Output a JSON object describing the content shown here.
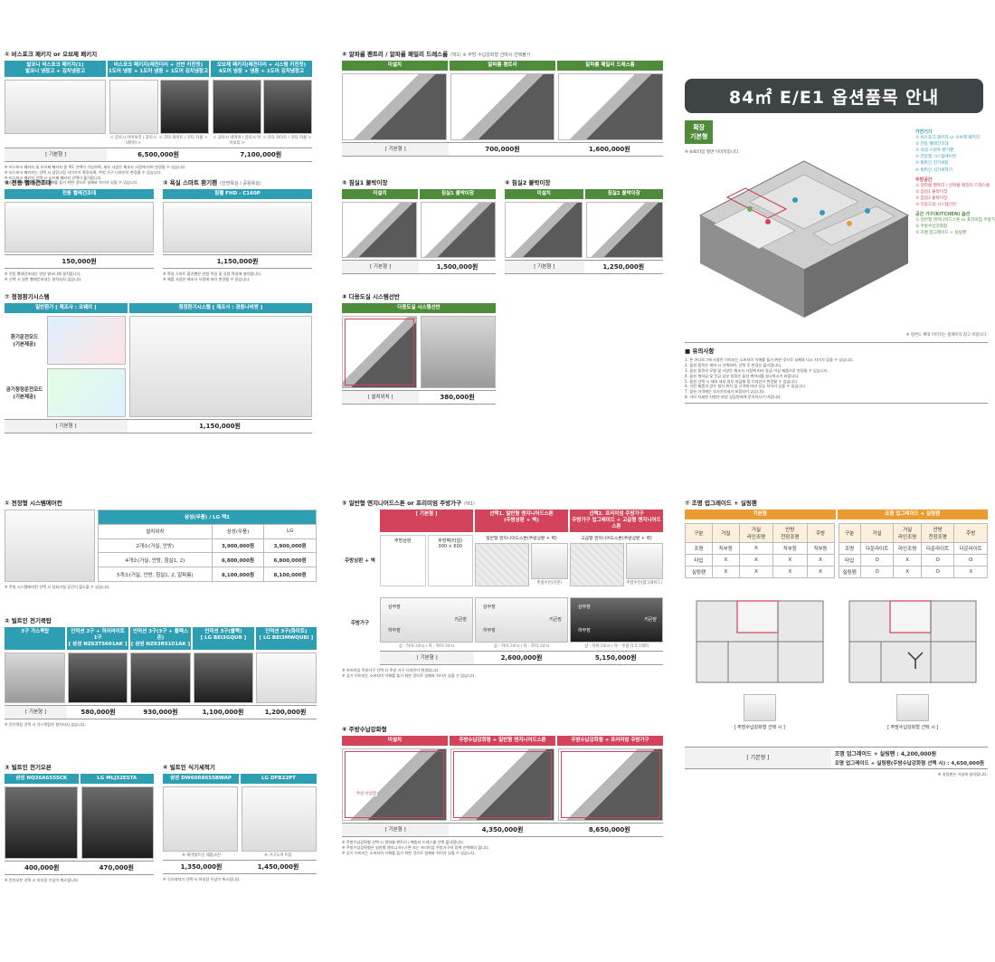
{
  "banner": {
    "title": "84㎡ E/E1 옵션품목 안내"
  },
  "s1": {
    "title": "① 비스포크 패키지 or 오브제 패키지",
    "cols": [
      "발코니 비스포크 패키지(1)\n발코니 냉장고 + 김치냉장고",
      "비스포크 패키지(레전더리 + 선반 키친핏)\n1도어 냉장 + 1도어 냉동 + 1도어 김치냉장고",
      "오브제 패키지(레전더리 + 시스템 키친핏)\n4도어 냉장 + 냉동 + 1도어 김치냉장고"
    ],
    "captions": [
      "< 글로시 아이보리 / 글로시 네이비 >",
      "< 코타 화이트 / 코타 차콜 >",
      "< 글로시 네이비 / 글로시 아이보리 >",
      "< 코타 화이트 / 코타 차콜 >"
    ],
    "base_label": "[ 기본형 ]",
    "prices": [
      "6,500,000원",
      "7,100,000원"
    ],
    "notes": [
      "※ 비스포크 패키지 및 오브제 패키지 중 택1 선택이 가능하며, 세부 사양은 제조사 사정에 따라 변경될 수 있습니다.",
      "※ 비스포크 패키지는 선택 시 냉장고장 사이즈가 확장되며, 주방 가구 디자인이 변경될 수 있습니다.",
      "※ 비스포크 패키지 선택 시 오브제 패키지 선택이 불가합니다.",
      "※ 상기 이미지는 소비자의 이해를 돕기 위한 것으로 실제와 차이가 있을 수 있습니다."
    ]
  },
  "s2": {
    "title": "② 전동 빨래건조대",
    "band": "전동 빨래건조대",
    "price": "150,000원",
    "notes": [
      "※ 전동 빨래건조대는 안방 발코니에 설치됩니다.",
      "※ 선택 시 일반 빨래건조대는 설치되지 않습니다."
    ]
  },
  "s3": {
    "title": "③ 욕실 스마트 환기팬",
    "subtitle": "(안방욕실 / 공용욕실)",
    "band": "힘펠 FHD - C160P",
    "price": "1,150,000원",
    "notes": [
      "※ 욕실 스마트 환기팬은 안방 욕실 및 공용 욕실에 설치됩니다.",
      "※ 제품 사양은 제조사 사정에 따라 변경될 수 있습니다."
    ]
  },
  "s4": {
    "title": "④ 알파룸 팬트리 / 알파룸 패밀리 드레스룸",
    "note": "(택1) ※ 주방 수납강화형 선택시 선택불가",
    "cols": [
      "미설치",
      "알파룸 팬트리",
      "알파룸 패밀리 드레스룸"
    ],
    "base_label": "[ 기본형 ]",
    "prices": [
      "700,000원",
      "1,600,000원"
    ]
  },
  "s5": {
    "title": "⑤ 침실1 붙박이장",
    "cols": [
      "미설치",
      "침실1 붙박이장"
    ],
    "base_label": "[ 기본형 ]",
    "price": "1,500,000원"
  },
  "s6": {
    "title": "⑥ 침실2 붙박이장",
    "cols": [
      "미설치",
      "침실2 붙박이장"
    ],
    "base_label": "[ 기본형 ]",
    "price": "1,250,000원"
  },
  "s7": {
    "title": "⑦ 청정환기시스템",
    "cols": [
      "일반환기 [ 제조사 : 코웨이 ]",
      "청정환기시스템 [ 제조사 : 경동나비엔 ]"
    ],
    "modes": [
      "환기운전모드\n(기본제공)",
      "공기청정운전모드\n(기본제공)"
    ],
    "base_label": "[ 기본형 ]",
    "price": "1,150,000원"
  },
  "s8": {
    "title": "⑧ 다용도실 시스템선반",
    "band": "다용도실 시스템선반",
    "label": "[ 설치위치 ]",
    "price": "380,000원"
  },
  "floor": {
    "tag": "확장\n기본형",
    "note": "※ 84E타입 평면 이미지입니다.",
    "legend_head1": "가전기기",
    "legend1": [
      "① 비스포크 패키지 or 오브제 패키지",
      "② 전동 빨래건조대",
      "③ 욕실 스마트 환기팬",
      "④ 천장형 시스템에어컨",
      "⑤ 빌트인 전기쿡탑",
      "⑥ 빌트인 식기세척기"
    ],
    "legend_head2": "주방공간",
    "legend2": [
      "① 알파룸 팬트리 / 알파룸 패밀리 드레스룸",
      "② 침실1 붙박이장",
      "③ 침실2 붙박이장",
      "④ 다용도실 시스템선반"
    ],
    "legend_head3": "공간 가구(KITCHEN) 옵션",
    "legend3": [
      "① 일반형 엔지니어드스톤 or 프리미엄 주방가구",
      "② 주방수납강화형",
      "③ 조명 업그레이드 + 실링팬"
    ],
    "footer": "※ 평면도 확대 이미지는 홈페이지 참고 바랍니다."
  },
  "caution": {
    "title": "■ 유의사항",
    "lines": [
      "1. 본 카다로그에 사용된 이미지는 소비자의 이해를 돕기 위한 것으로 실제와 다소 차이가 있을 수 있습니다.",
      "2. 옵션 품목은 계약 시 선택하며, 선택 후 변경은 불가합니다.",
      "3. 옵션 품목의 모델 및 사양은 제조사 사정에 따라 동급 이상 제품으로 변경될 수 있습니다.",
      "4. 옵션 계약금 및 잔금 납부 일정은 옵션 계약서를 참고하시기 바랍니다.",
      "5. 옵션 선택 시 세대 내부 일부 마감재 및 디자인이 변경될 수 있습니다.",
      "6. 가전 제품의 경우 설치 위치 및 규격에 따라 성능 차이가 있을 수 있습니다.",
      "7. 옵션 가격에는 부가가치세가 포함되어 있습니다.",
      "8. 기타 자세한 사항은 분양 상담원에게 문의하시기 바랍니다."
    ]
  },
  "b1": {
    "title": "① 천장형 시스템에어컨",
    "head": [
      "삼성(무풍) / LG 택1",
      "설치위치",
      "삼성(무풍)",
      "LG"
    ],
    "rows": [
      [
        "2개소(거실, 안방)",
        "3,900,000원",
        "3,900,000원"
      ],
      [
        "4개소(거실, 안방, 침실1, 2)",
        "6,800,000원",
        "6,800,000원"
      ],
      [
        "5개소(거실, 안방, 침실1, 2, 알파룸)",
        "8,100,000원",
        "8,100,000원"
      ]
    ],
    "note": "※ 주방 시스템에어컨 선택 시 실외기실 공간이 협소할 수 있습니다."
  },
  "b2": {
    "title": "② 빌트인 전기쿡탑",
    "cols": [
      "3구 가스쿡탑",
      "인덕션 2구 + 하이라이트 1구\n[ 삼성 NZ63T5601AK ]",
      "인덕션 3구(3구 + 플렉스존)\n[ 삼성 NZ63R5101AK ]",
      "인덕션 3구(블랙)\n[ LG BEI3GQUB ]",
      "인덕션 3구(화이트)\n[ LG BEI3MWQUBI ]"
    ],
    "base_label": "[ 기본형 ]",
    "prices": [
      "580,000원",
      "930,000원",
      "1,100,000원",
      "1,200,000원"
    ],
    "note": "※ 전기쿡탑 선택 시 가스쿡탑은 설치되지 않습니다."
  },
  "b3": {
    "title": "③ 빌트인 전기오븐",
    "cols": [
      "삼성 NQ36A6555CK",
      "LG MLJ32ESTA"
    ],
    "prices": [
      "400,000원",
      "470,000원"
    ],
    "note": "※ 전기오븐 선택 시 하부장 수납이 축소됩니다."
  },
  "b4": {
    "title": "④ 빌트인 식기세척기",
    "cols": [
      "삼성 DW60R8655BWAP",
      "LG DFB22PT"
    ],
    "captions": [
      "※ 세미빌트인 제품사진",
      "※ 가구도어 미장"
    ],
    "prices": [
      "1,350,000원",
      "1,450,000원"
    ],
    "note": "※ 식기세척기 선택 시 하부장 수납이 축소됩니다."
  },
  "b5": {
    "title": "⑤ 일반형 엔지니어드스톤 or 프리미엄 주방가구",
    "note": "(택1)",
    "head": [
      "[ 기본형 ]",
      "선택1. 일반형 엔지니어드스톤\n(주방상판 + 벽)",
      "선택2. 프리미엄 주방가구\n주방가구 업그레이드 + 고급형 엔지니어드스톤"
    ],
    "row_labels": [
      "주방상판 + 벽",
      "주방가구"
    ],
    "spec": [
      "주방상판",
      "주방벽(타일)\n300 × 600"
    ],
    "items": [
      "일반형 엔지니어드스톤(주방상판 + 벽)",
      "고급형 엔지니어드스톤(주방상판 + 벽)"
    ],
    "faucet_captions": [
      "주방수전(기본)",
      "주방수전(업그레이드)"
    ],
    "cab_labels": [
      "상부장",
      "하부장",
      "키큰장"
    ],
    "cab_captions": [
      "상 : 하이그로시 / 하 : 하이그로시",
      "상 : 하이그로시 / 하 : 하이그로시",
      "상 : 하이그로시 / 하 : 무광 다크그레이"
    ],
    "base_label": "[ 기본형 ]",
    "prices": [
      "2,600,000원",
      "5,150,000원"
    ],
    "notes": [
      "※ 프리미엄 주방가구 선택 시 주방 가구 디자인이 변경됩니다.",
      "※ 상기 이미지는 소비자의 이해를 돕기 위한 것으로 실제와 차이가 있을 수 있습니다."
    ]
  },
  "b6": {
    "title": "⑥ 주방수납강화형",
    "cols": [
      "미설치",
      "주방수납강화형 + 일반형 엔지니어드스톤",
      "주방수납강화형 + 프리미엄 주방가구"
    ],
    "inner": "주방 수납장",
    "base_label": "[ 기본형 ]",
    "prices": [
      "4,350,000원",
      "8,650,000원"
    ],
    "notes": [
      "※ 주방수납강화형 선택 시 알파룸 팬트리 / 패밀리 드레스룸 선택 불가합니다.",
      "※ 주방수납강화형은 일반형 엔지니어드스톤 또는 프리미엄 주방가구와 함께 선택해야 합니다.",
      "※ 상기 이미지는 소비자의 이해를 돕기 위한 것으로 실제와 차이가 있을 수 있습니다."
    ]
  },
  "b7": {
    "title": "⑦ 조명 업그레이드 + 실링팬",
    "bands": [
      "기본형",
      "조명 업그레이드 + 실링팬"
    ],
    "left_head": [
      "구분",
      "거실",
      "거실\n라인조명",
      "안방\n천장조명",
      "주방"
    ],
    "left_rows": [
      [
        "조명",
        "직부등",
        "X",
        "직부등",
        "직부등"
      ],
      [
        "타입",
        "X",
        "X",
        "X",
        "X"
      ],
      [
        "실링팬",
        "X",
        "X",
        "X",
        "X"
      ]
    ],
    "right_head": [
      "구분",
      "거실",
      "거실\n라인조명",
      "안방\n천장조명",
      "주방"
    ],
    "right_rows": [
      [
        "조명",
        "다운라이트",
        "라인조명",
        "다운라이트",
        "다운라이트"
      ],
      [
        "타입",
        "O",
        "X",
        "O",
        "O"
      ],
      [
        "실링팬",
        "O",
        "X",
        "O",
        "X"
      ]
    ],
    "floor_captions": [
      "[ 주방수납강화형 선택 시 ]",
      "[ 주방수납강화형 선택 시 ]"
    ],
    "base_label": "[ 기본형 ]",
    "price_lines": [
      "조명 업그레이드 + 실링팬 : 4,200,000원",
      "조명 업그레이드 + 실링팬(주방수납강화형 선택 시) : 4,650,000원"
    ],
    "note": "※ 실링팬은 거실에 설치됩니다."
  }
}
